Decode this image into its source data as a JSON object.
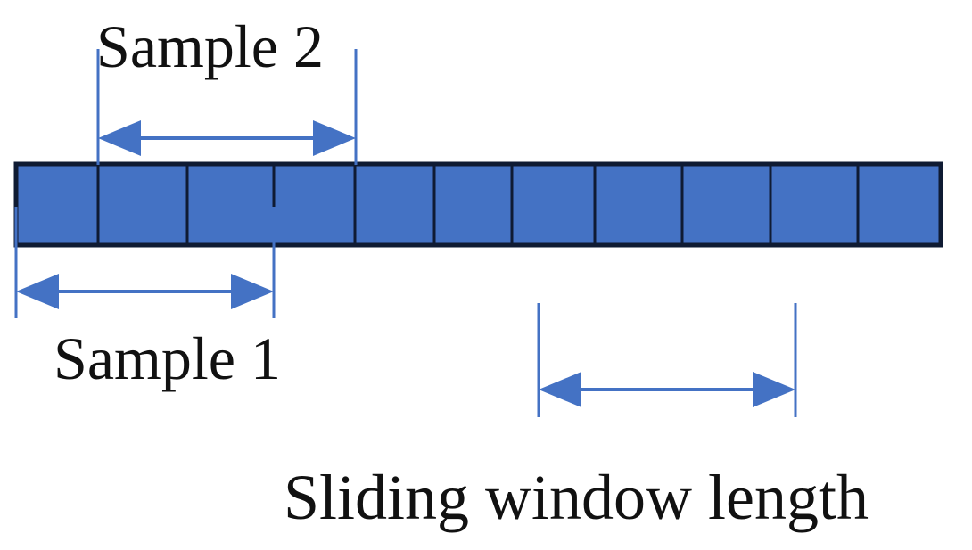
{
  "diagram": {
    "cell_count": 11,
    "cell_fill": "#4472c4",
    "cell_border": "#0f1b33",
    "arrow_color": "#4472c4",
    "text_color": "#111111",
    "labels": {
      "sample_2": "Sample 2",
      "sample_1": "Sample 1",
      "window": "Sliding window length"
    }
  }
}
